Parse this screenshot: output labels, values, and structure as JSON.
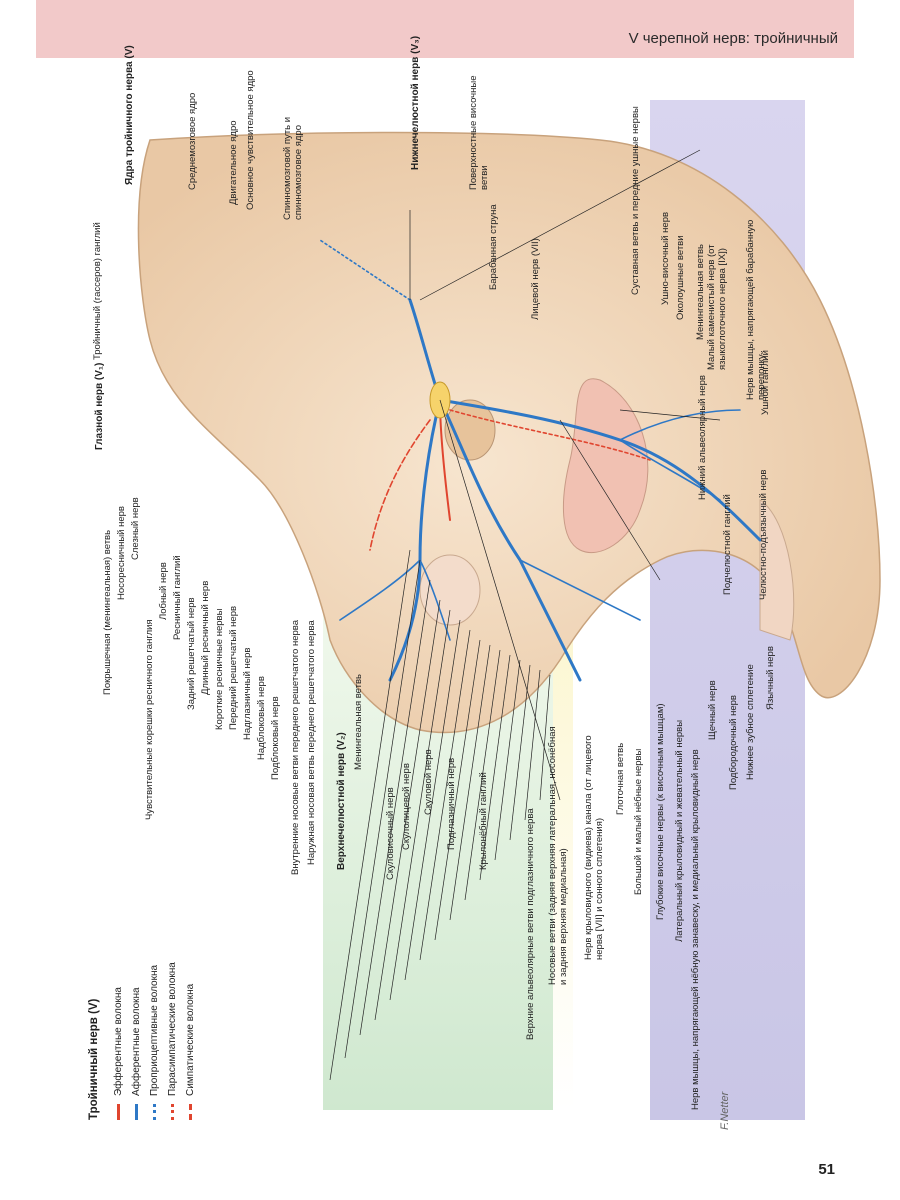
{
  "header": {
    "title": "V черепной нерв: тройничный"
  },
  "page_number": "51",
  "legend": {
    "title": "Тройничный нерв (V)",
    "items": [
      {
        "label": "Эфферентные волокна",
        "color": "#e0452f",
        "style": "solid"
      },
      {
        "label": "Афферентные волокна",
        "color": "#2e78c6",
        "style": "solid"
      },
      {
        "label": "Проприоцептивные волокна",
        "color": "#2e78c6",
        "style": "dotted"
      },
      {
        "label": "Парасимпатические волокна",
        "color": "#e0452f",
        "style": "dotted"
      },
      {
        "label": "Симпатические волокна",
        "color": "#e0452f",
        "style": "dashed"
      }
    ]
  },
  "labels": {
    "nuclei_title": "Ядра тройничного нерва (V)",
    "nuc_mesencephalic": "Среднемозговое ядро",
    "nuc_motor": "Двигательное ядро",
    "nuc_principal": "Основное чувствительное ядро",
    "nuc_spinal": "Спинномозговой путь и спинномозговое ядро",
    "gasserian": "Тройничный (гассеров) ганглий",
    "ophthalmic": "Глазной нерв (V₁)",
    "maxillary": "Верхнечелюстной нерв (V₂)",
    "mandibular": "Нижнечелюстной нерв (V₃)",
    "tentorial": "Покрышечная (менингеальная) ветвь",
    "nasociliary": "Носоресничный нерв",
    "lacrimal": "Слезный нерв",
    "sensory_roots": "Чувствительные корешки ресничного ганглия",
    "frontal": "Лобный нерв",
    "ciliary_ganglion": "Ресничный ганглий",
    "posterior_ethmoidal": "Задний решетчатый нерв",
    "long_ciliary": "Длинный ресничный нерв",
    "short_ciliary": "Короткие ресничные нервы",
    "anterior_ethmoidal": "Передний решетчатый нерв",
    "supratrochlear": "Надблоковый нерв",
    "supraorbital": "Надглазничный нерв",
    "infratrochlear": "Подблоковый нерв",
    "internal_nasal": "Внутренние носовые ветви переднего решетчатого нерва",
    "external_nasal": "Наружная носовая ветвь переднего решетчатого нерва",
    "meningeal_branch": "Менингеальная ветвь",
    "zygomaticotemporal": "Скуловисочный нерв",
    "zygomaticofacial": "Скулолицевой нерв",
    "zygomatic": "Скуловой нерв",
    "infraorbital": "Подглазничный нерв",
    "pterygopalatine_ganglion": "Крылонёбный ганглий",
    "superior_alveolar": "Верхние альвеолярные ветви подглазничного нерва",
    "nasal_branches": "Носовые ветви (задняя верхняя латеральная, носонёбная и задняя верхняя медиальная)",
    "pterygoid_canal": "Нерв крыловидного (видиева) канала (от лицевого нерва [VII] и сонного сплетения)",
    "pharyngeal": "Глоточная ветвь",
    "palatine": "Большой и малый нёбные нервы",
    "deep_temporal": "Глубокие височные нервы (к височным мышцам)",
    "pterygoid_nerves": "Латеральный крыловидный и жевательный нервы",
    "tensor_veli": "Нерв мышцы, напрягающей нёбную занавеску, и медиальный крыловидный нерв",
    "buccal": "Щечный нерв",
    "mental": "Подбородочный нерв",
    "inferior_dental_plexus": "Нижнее зубное сплетение",
    "lingual": "Язычный нерв",
    "submandibular_ganglion": "Подчелюстной ганглий",
    "mylohyoid": "Челюстно-подъязычный нерв",
    "inferior_alveolar": "Нижний альвеолярный нерв",
    "otic_ganglion": "Ушной ганглий",
    "tensor_tympani": "Нерв мышцы, напрягающей барабанную перепонку",
    "lesser_petrosal": "Малый каменистый нерв (от языкоглоточного нерва [IX])",
    "meningeal_v3": "Менингеальная ветвь",
    "masseteric": "Околоушные ветви",
    "auriculotemporal": "Ушно-височный нерв",
    "articular": "Суставная ветвь и передние ушные нервы",
    "facial_nerve": "Лицевой нерв (VII)",
    "chorda_tympani": "Барабанная струна",
    "superficial_temporal": "Поверхностные височные ветви",
    "signature": "F.Netter"
  }
}
